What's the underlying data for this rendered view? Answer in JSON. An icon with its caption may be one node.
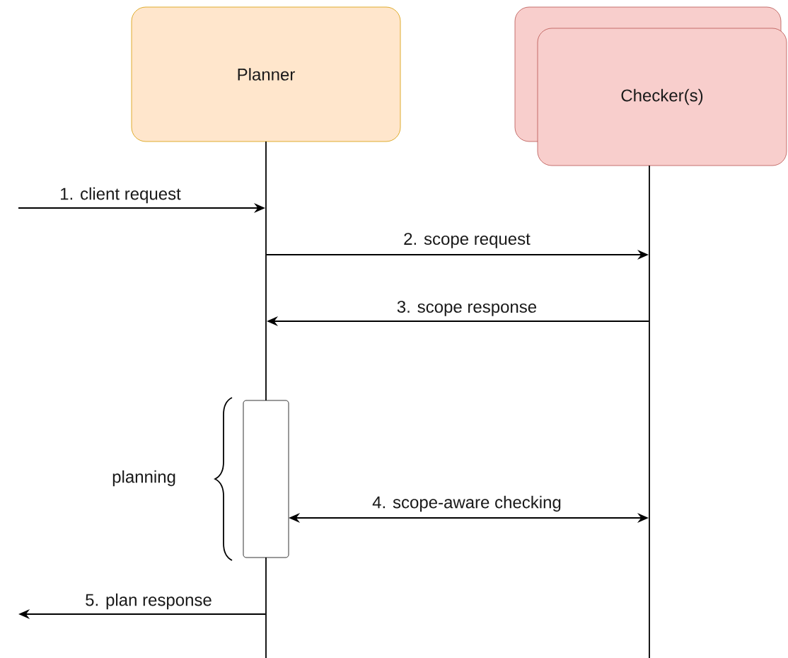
{
  "diagram": {
    "nodes": [
      {
        "text": [
          "Planner"
        ]
      },
      {
        "text": [
          "Checker(s)"
        ]
      },
      {
        "text": [],
        "shape": "line"
      },
      {
        "text": [],
        "shape": "line"
      },
      {
        "text": [],
        "shape": "bar"
      }
    ],
    "edges": [
      {
        "from": null,
        "to": 2,
        "arrow": "to",
        "label": "1. client request"
      },
      {
        "from": 2,
        "to": 3,
        "arrow": "to",
        "label": "2. scope request"
      },
      {
        "from": 3,
        "to": 2,
        "arrow": "to",
        "label": "3. scope response"
      },
      {
        "from": 4,
        "to": 3,
        "arrow": "both",
        "label": "4. scope-aware checking"
      },
      {
        "from": 2,
        "to": null,
        "arrow": "to",
        "label": "5. plan response"
      }
    ],
    "labels": [
      "planning"
    ]
  }
}
